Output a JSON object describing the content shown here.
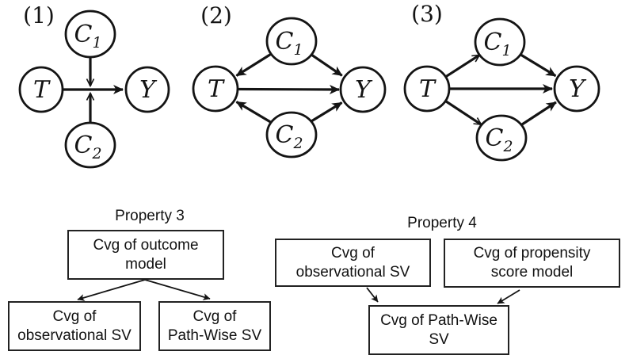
{
  "colors": {
    "ink": "#141414",
    "background": "#ffffff"
  },
  "dags": [
    {
      "label": "(1)",
      "nodes": [
        {
          "id": "C1",
          "main": "C",
          "sub": "1"
        },
        {
          "id": "T",
          "main": "T",
          "sub": ""
        },
        {
          "id": "Y",
          "main": "Y",
          "sub": ""
        },
        {
          "id": "C2",
          "main": "C",
          "sub": "2"
        }
      ],
      "edges": [
        "T -> Y",
        "C1 -> (T->Y edge)",
        "C2 -> (T->Y edge)"
      ]
    },
    {
      "label": "(2)",
      "nodes": [
        {
          "id": "C1",
          "main": "C",
          "sub": "1"
        },
        {
          "id": "T",
          "main": "T",
          "sub": ""
        },
        {
          "id": "Y",
          "main": "Y",
          "sub": ""
        },
        {
          "id": "C2",
          "main": "C",
          "sub": "2"
        }
      ],
      "edges": [
        "C1 -> T",
        "C1 -> Y",
        "T -> Y",
        "C2 -> T",
        "C2 -> Y"
      ]
    },
    {
      "label": "(3)",
      "nodes": [
        {
          "id": "C1",
          "main": "C",
          "sub": "1"
        },
        {
          "id": "T",
          "main": "T",
          "sub": ""
        },
        {
          "id": "Y",
          "main": "Y",
          "sub": ""
        },
        {
          "id": "C2",
          "main": "C",
          "sub": "2"
        }
      ],
      "edges": [
        "T -> C1",
        "C1 -> Y",
        "T -> Y",
        "T -> C2",
        "C2 -> Y"
      ]
    }
  ],
  "flowcharts": [
    {
      "title": "Property 3",
      "boxes": [
        {
          "id": "outcome-model",
          "line1": "Cvg of outcome",
          "line2": "model"
        },
        {
          "id": "observational-sv",
          "line1": "Cvg of",
          "line2": "observational SV"
        },
        {
          "id": "pathwise-sv",
          "line1": "Cvg of",
          "line2": "Path-Wise SV"
        }
      ],
      "edges": [
        "outcome-model -> observational-sv",
        "outcome-model -> pathwise-sv"
      ]
    },
    {
      "title": "Property 4",
      "boxes": [
        {
          "id": "observational-sv",
          "line1": "Cvg of",
          "line2": "observational SV"
        },
        {
          "id": "propensity-model",
          "line1": "Cvg of propensity",
          "line2": "score model"
        },
        {
          "id": "pathwise-sv",
          "line1": "Cvg of Path-Wise",
          "line2": "SV"
        }
      ],
      "edges": [
        "observational-sv -> pathwise-sv",
        "propensity-model -> pathwise-sv"
      ]
    }
  ]
}
